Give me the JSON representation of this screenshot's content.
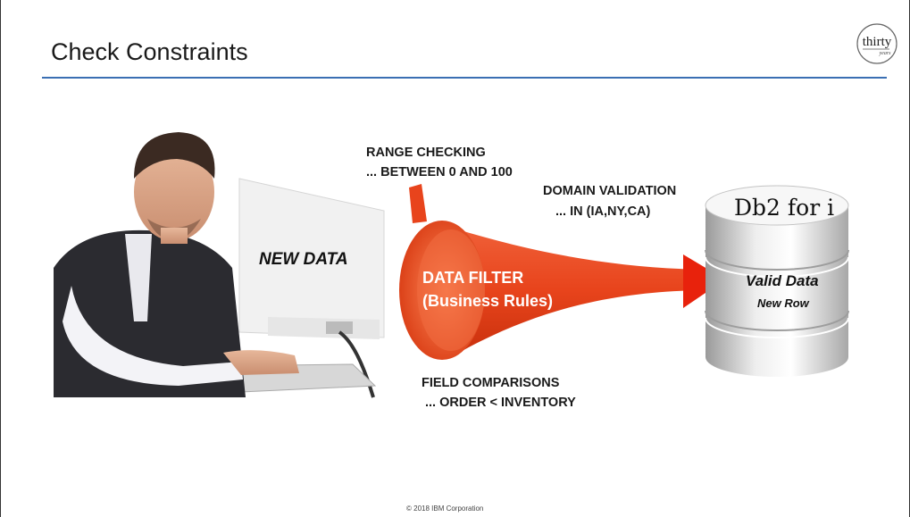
{
  "slide": {
    "title": "Check Constraints",
    "logo": {
      "icon": "thirty-years-logo",
      "text": "thirty",
      "subtext": "years"
    },
    "photo": {
      "caption": "NEW DATA"
    },
    "filter": {
      "line1": "DATA FILTER",
      "line2": "(Business Rules)"
    },
    "annotations": {
      "range_title": "RANGE CHECKING",
      "range_detail": "... BETWEEN 0 AND 100",
      "domain_title": "DOMAIN VALIDATION",
      "domain_detail": "... IN (IA,NY,CA)",
      "field_title": "FIELD COMPARISONS",
      "field_detail": "... ORDER < INVENTORY"
    },
    "database": {
      "title": "Db2 for i",
      "label": "Valid Data",
      "sublabel": "New Row"
    },
    "footer": "© 2018 IBM Corporation",
    "colors": {
      "rule": "#3a6fb3",
      "funnel": "#e8441c",
      "arrow": "#e8220c"
    }
  }
}
